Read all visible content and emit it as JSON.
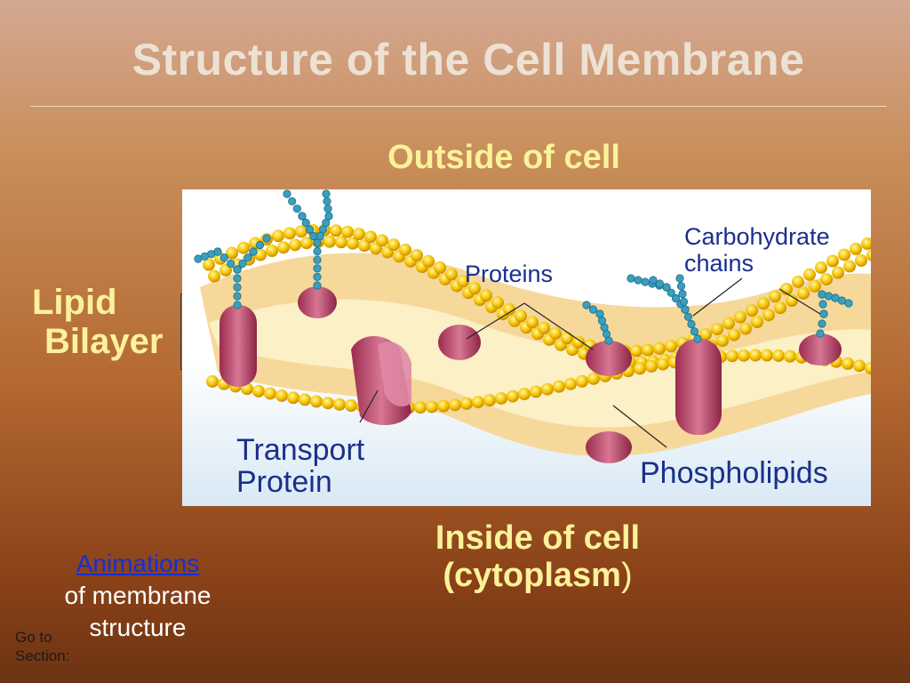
{
  "slide": {
    "title": "Structure of the Cell Membrane",
    "outside_label": "Outside of cell",
    "inside_label_line1": "Inside of cell",
    "inside_label_line2_bold": "(cytoplasm",
    "inside_label_line2_paren": ")",
    "lipid_label_line1": "Lipid",
    "lipid_label_line2": "Bilayer"
  },
  "figure": {
    "carbohydrate_line1": "Carbohydrate",
    "carbohydrate_line2": "chains",
    "proteins": "Proteins",
    "transport_line1": "Transport",
    "transport_line2": "Protein",
    "phospholipids": "Phospholipids"
  },
  "animations": {
    "link_text": "Animations",
    "line2": "of membrane",
    "line3": "structure"
  },
  "nav": {
    "goto_line1": "Go to",
    "goto_line2": "Section:"
  },
  "colors": {
    "title": "#ece1d3",
    "yellow_label": "#fbf29a",
    "figure_label": "#1a2f8c",
    "link": "#1230d9"
  }
}
